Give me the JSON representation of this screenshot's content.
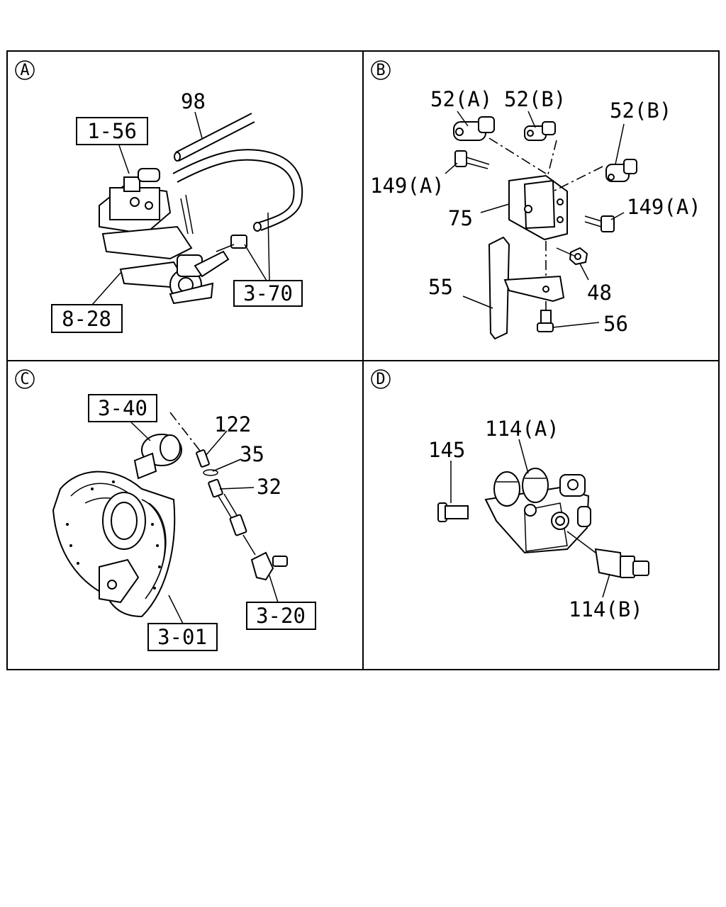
{
  "panels": {
    "A": {
      "label": "A",
      "callouts": {
        "p98": "98",
        "p156": "1-56",
        "p370": "3-70",
        "p828": "8-28"
      }
    },
    "B": {
      "label": "B",
      "callouts": {
        "p52a": "52(A)",
        "p52b1": "52(B)",
        "p52b2": "52(B)",
        "p149a_left": "149(A)",
        "p149a_right": "149(A)",
        "p75": "75",
        "p55": "55",
        "p48": "48",
        "p56": "56"
      }
    },
    "C": {
      "label": "C",
      "callouts": {
        "p340": "3-40",
        "p122": "122",
        "p35": "35",
        "p32": "32",
        "p320": "3-20",
        "p301": "3-01"
      }
    },
    "D": {
      "label": "D",
      "callouts": {
        "p145": "145",
        "p114a": "114(A)",
        "p114b": "114(B)"
      }
    }
  }
}
